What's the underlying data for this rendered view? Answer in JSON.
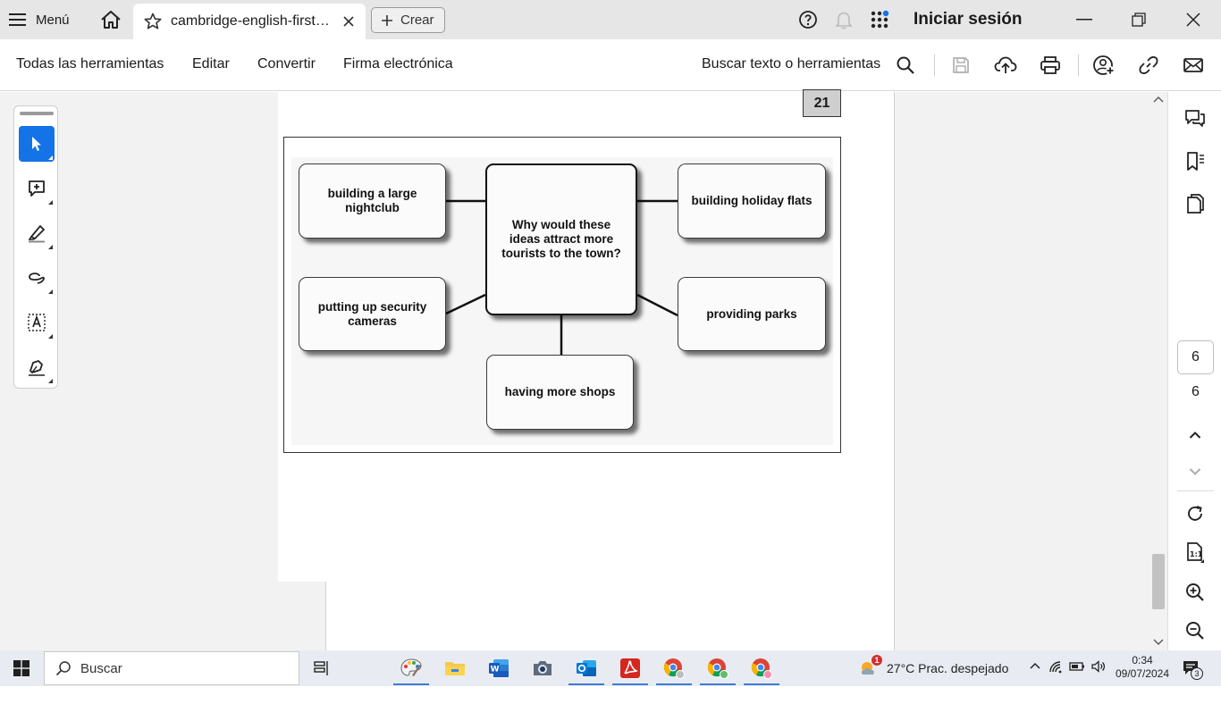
{
  "titlebar": {
    "menu_label": "Menú",
    "tab_title": "cambridge-english-first-for-schools",
    "create_label": "Crear",
    "signin_label": "Iniciar sesión"
  },
  "toolbar": {
    "all_tools": "Todas las herramientas",
    "edit": "Editar",
    "convert": "Convertir",
    "esign": "Firma electrónica",
    "search_tools": "Buscar texto o herramientas"
  },
  "document": {
    "page_number_label": "21",
    "diagram": {
      "center": "Why would these ideas attract more tourists to the town?",
      "top_left": "building a large nightclub",
      "top_right": "building holiday flats",
      "mid_left": "putting up security cameras",
      "mid_right": "providing parks",
      "bottom": "having more shops"
    }
  },
  "navigation": {
    "current_page": "6",
    "total_pages": "6"
  },
  "taskbar": {
    "search_placeholder": "Buscar",
    "weather_badge": "1",
    "weather_text": "27°C  Prac. despejado",
    "time": "0:34",
    "date": "09/07/2024",
    "notification_count": "3"
  },
  "colors": {
    "accent": "#1473e6",
    "acrobat_red": "#d7261e",
    "taskbar_bg": "#e8ecf2"
  }
}
